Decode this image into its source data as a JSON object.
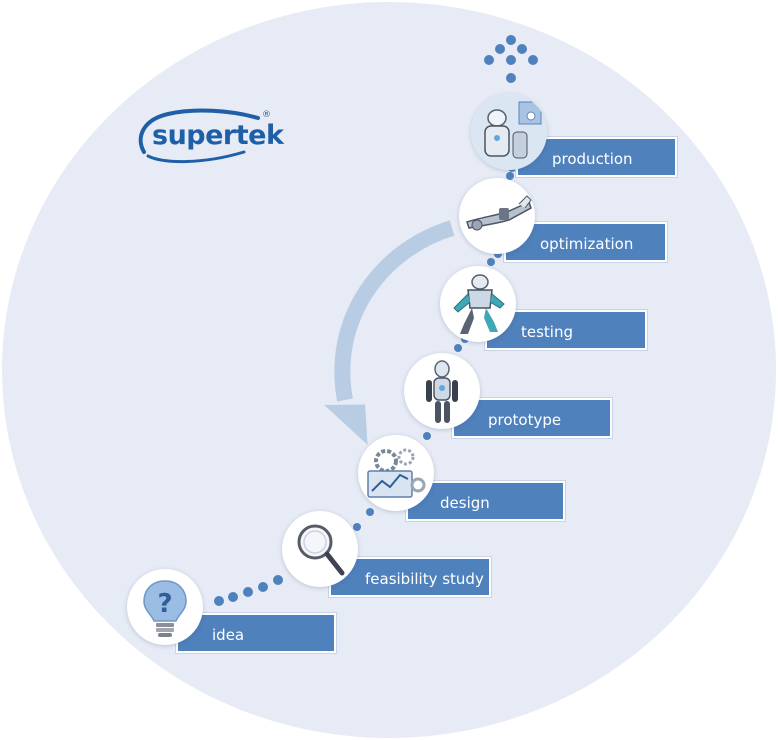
{
  "brand": {
    "name": "supertek",
    "registered_mark": "®"
  },
  "colors": {
    "accent": "#4f81bd",
    "background_circle": "#e6ebf5",
    "dot": "#4f81bd",
    "arrow": "#b8cce4",
    "logo": "#1f5fa8"
  },
  "steps": [
    {
      "label": "idea",
      "icon": "lightbulb-question-icon"
    },
    {
      "label": "feasibility study",
      "icon": "magnifying-glass-icon"
    },
    {
      "label": "design",
      "icon": "design-gears-chart-icon"
    },
    {
      "label": "prototype",
      "icon": "robot-prototype-icon"
    },
    {
      "label": "testing",
      "icon": "robot-testing-icon"
    },
    {
      "label": "optimization",
      "icon": "robotic-arm-icon"
    },
    {
      "label": "production",
      "icon": "production-robots-icon"
    }
  ]
}
